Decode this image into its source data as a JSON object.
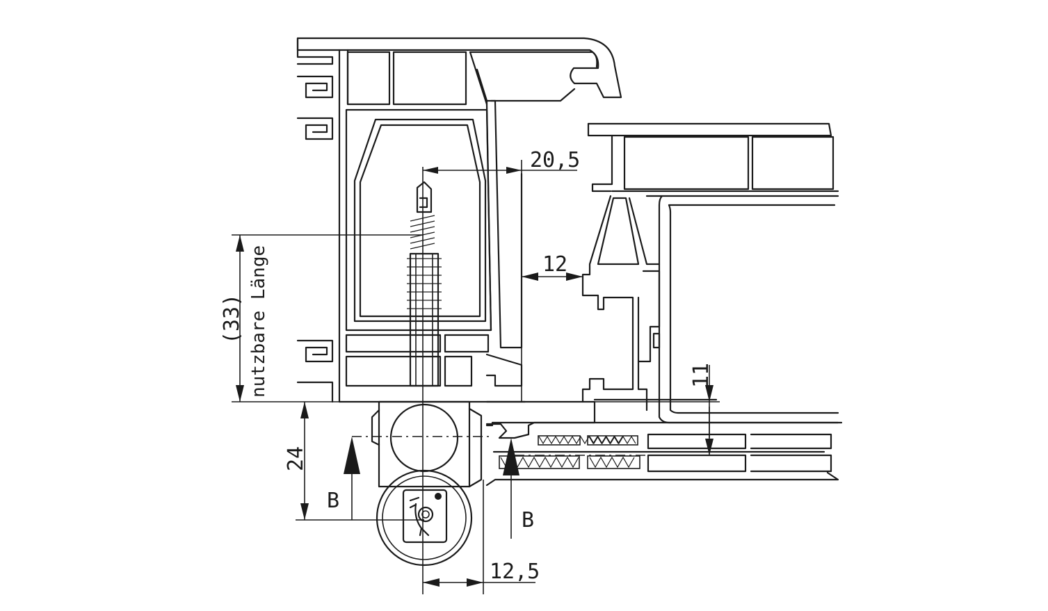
{
  "dimensions": {
    "top_offset": "20,5",
    "gap": "12",
    "usable_length_value": "(33)",
    "usable_length_label": "nutzbare Länge",
    "hinge_height": "24",
    "rebate_depth": "11",
    "hinge_offset": "12,5"
  },
  "section_markers": {
    "left": "B",
    "right": "B"
  }
}
